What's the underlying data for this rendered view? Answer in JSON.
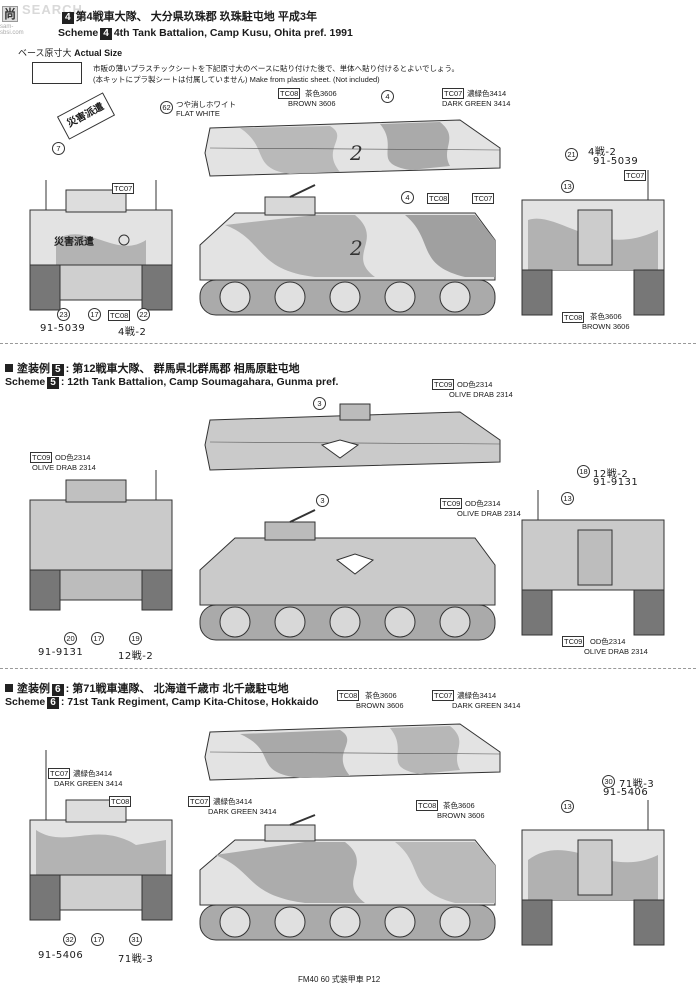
{
  "watermark": {
    "brand": "SEARCH",
    "cn": "尚",
    "site": "sam-sbsi.com"
  },
  "scheme4": {
    "jp": "第4戦車大隊、 大分県玖珠郡 玖珠駐屯地 平成3年",
    "label": "Scheme",
    "num": "4",
    "en": "4th Tank Battalion, Camp Kusu, Ohita pref. 1991",
    "actual_jp": "ベース原寸大",
    "actual_en": "Actual Size",
    "note1": "市販の薄いプラスチックシートを下記原寸大のベースに貼り付けた後で、単体へ貼り付けるとよいでしょう。",
    "note2": "(本キットにプラ製シートは付属していません) Make from plastic sheet. (Not included)",
    "sign": "災害派遣",
    "flat_white_jp": "つや消しホワイト",
    "flat_white_en": "FLAT WHITE",
    "c62": "62",
    "brown_jp": "茶色3606",
    "brown_en": "BROWN 3606",
    "green_jp": "濃緑色3414",
    "green_en": "DARK GREEN 3414",
    "tc08": "TC08",
    "tc07": "TC07",
    "c4": "4",
    "c7": "7",
    "c13": "13",
    "c17": "17",
    "c21": "21",
    "c22": "22",
    "c23": "23",
    "reg_num": "91-5039",
    "reg_unit": "4戦-2",
    "hull_no": "2"
  },
  "scheme5": {
    "jp": "第12戦車大隊、 群馬県北群馬郡 相馬原駐屯地",
    "label": "Scheme",
    "num": "5",
    "en": "12th Tank Battalion, Camp Soumagahara, Gunma pref.",
    "od_jp": "OD色2314",
    "od_en": "OLIVE DRAB 2314",
    "tc09": "TC09",
    "c3": "3",
    "c13": "13",
    "c17": "17",
    "c18": "18",
    "c19": "19",
    "c20": "20",
    "reg_num": "91-9131",
    "reg_unit": "12戦-2"
  },
  "scheme6": {
    "jp": "第71戦車連隊、 北海道千歳市 北千歳駐屯地",
    "label": "Scheme",
    "num": "6",
    "en": "71st Tank Regiment, Camp Kita-Chitose, Hokkaido",
    "brown_jp": "茶色3606",
    "brown_en": "BROWN 3606",
    "green_jp": "濃緑色3414",
    "green_en": "DARK GREEN 3414",
    "tc08": "TC08",
    "tc07": "TC07",
    "c13": "13",
    "c17": "17",
    "c30": "30",
    "c31": "31",
    "c32": "32",
    "reg_num": "91-5406",
    "reg_unit": "71戦-3"
  },
  "footer": "FM40 60 式装甲車 P12",
  "colors": {
    "camo_light": "#e6e6e6",
    "camo_mid": "#bdbdbd",
    "camo_dark": "#9a9a9a",
    "od": "#c6c6c6",
    "line": "#333333"
  }
}
